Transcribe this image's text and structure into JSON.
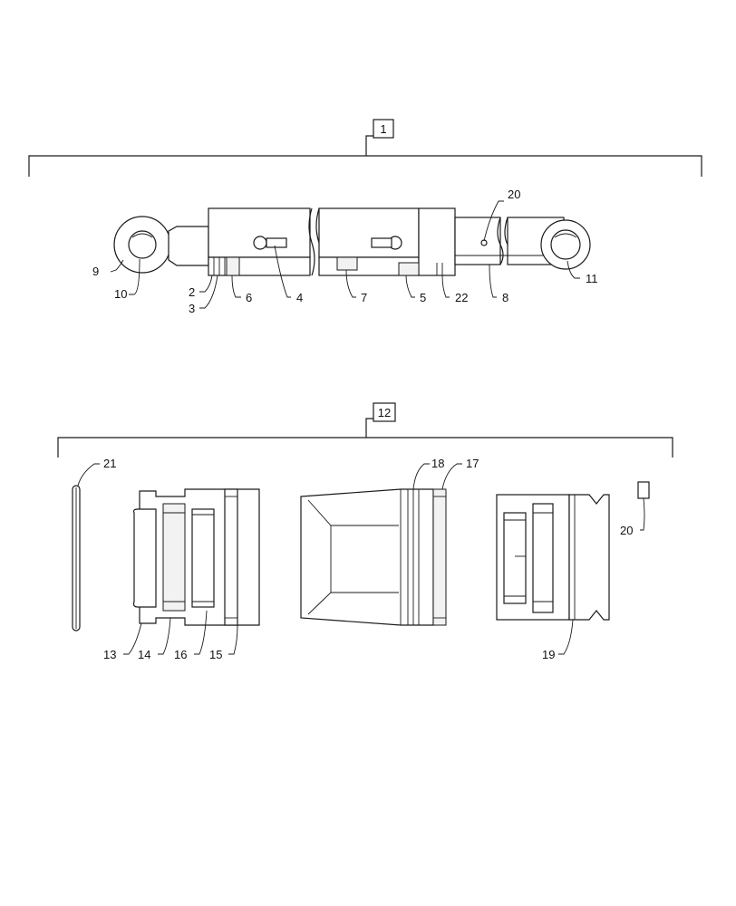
{
  "assemblies": [
    {
      "id": "assembly-1",
      "label": "1"
    },
    {
      "id": "assembly-12",
      "label": "12"
    }
  ],
  "callouts": {
    "c2": "2",
    "c3": "3",
    "c4": "4",
    "c5": "5",
    "c6": "6",
    "c7": "7",
    "c8": "8",
    "c9": "9",
    "c10": "10",
    "c11": "11",
    "c13": "13",
    "c14": "14",
    "c15": "15",
    "c16": "16",
    "c17": "17",
    "c18": "18",
    "c19": "19",
    "c20a": "20",
    "c20b": "20",
    "c21": "21",
    "c22": "22"
  }
}
